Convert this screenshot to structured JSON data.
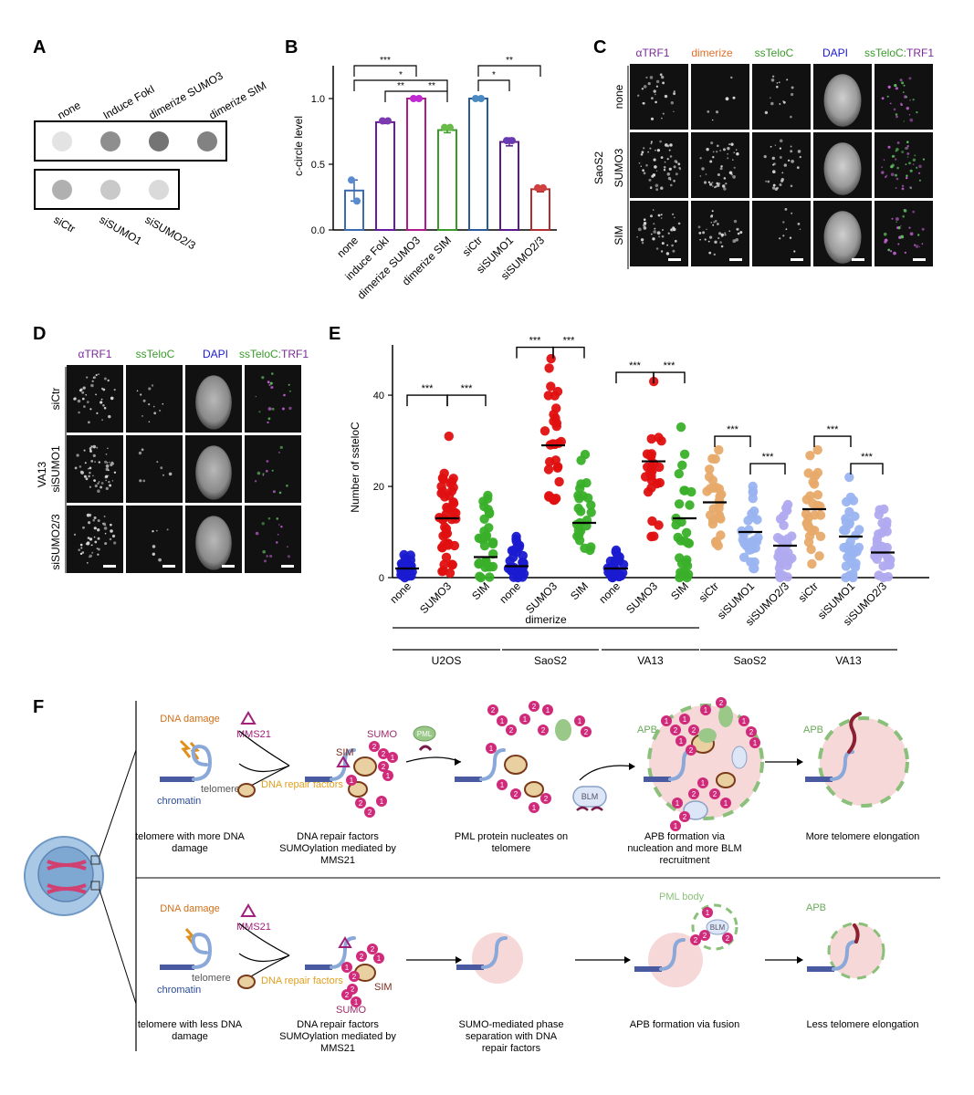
{
  "panels": {
    "A": "A",
    "B": "B",
    "C": "C",
    "D": "D",
    "E": "E",
    "F": "F"
  },
  "panel_a": {
    "top_labels": [
      "none",
      "Induce FokI",
      "dimerize SUMO3",
      "dimerize SIM"
    ],
    "top_dot_intensity": [
      0.05,
      0.55,
      0.7,
      0.62
    ],
    "bottom_labels": [
      "siCtr",
      "siSUMO1",
      "siSUMO2/3"
    ],
    "bottom_dot_intensity": [
      0.35,
      0.2,
      0.1
    ]
  },
  "panel_c": {
    "channel_labels": [
      "αTRF1",
      "dimerize",
      "ssTeloC",
      "DAPI",
      "ssTeloC:TRF1"
    ],
    "channel_colors": [
      "#7a2a9a",
      "#e0702a",
      "#3a9a2a",
      "#1a1ad0",
      "#3a9a2a"
    ],
    "merge_label_parts": [
      "ssTeloC",
      ":",
      "TRF1"
    ],
    "row_labels": [
      "none",
      "SUMO3",
      "SIM"
    ],
    "cell_line": "SaoS2"
  },
  "panel_d": {
    "channel_labels": [
      "αTRF1",
      "ssTeloC",
      "DAPI",
      "ssTeloC:TRF1"
    ],
    "row_labels": [
      "siCtr",
      "siSUMO1",
      "siSUMO2/3"
    ],
    "cell_line": "VA13"
  },
  "panel_f": {
    "top": {
      "dna_damage": "DNA damage",
      "mms21": "MMS21",
      "dna_repair_factors": "DNA repair factors",
      "telomere": "telomere",
      "chromatin": "chromatin",
      "sumo": "SUMO",
      "sim": "SIM",
      "pml": "PML",
      "blm": "BLM",
      "apb1": "APB",
      "apb2": "APB",
      "captions": [
        "telomere with more DNA damage",
        "DNA repair factors SUMOylation mediated by MMS21",
        "PML protein nucleates on telomere",
        "APB formation via nucleation and more BLM recruitment",
        "More telomere elongation"
      ]
    },
    "bottom": {
      "dna_damage": "DNA damage",
      "mms21": "MMS21",
      "dna_repair_factors": "DNA repair factors",
      "telomere": "telomere",
      "chromatin": "chromatin",
      "sumo": "SUMO",
      "sim": "SIM",
      "pml_body": "PML body",
      "blm": "BLM",
      "apb": "APB",
      "captions": [
        "telomere with less DNA damage",
        "DNA repair factors SUMOylation mediated by MMS21",
        "SUMO-mediated phase separation with DNA repair factors",
        "APB formation via fusion",
        "Less telomere elongation"
      ]
    }
  },
  "chart_data": [
    {
      "panel": "B",
      "type": "bar",
      "ylabel": "c-circle level",
      "ylim": [
        0,
        1.25
      ],
      "yticks": [
        "0.0",
        "0.5",
        "1.0"
      ],
      "categories": [
        "none",
        "induce FokI",
        "dimerize SUMO3",
        "dimerize SIM",
        "siCtr",
        "siSUMO1",
        "siSUMO2/3"
      ],
      "values": [
        0.3,
        0.82,
        1.0,
        0.76,
        1.0,
        0.67,
        0.31
      ],
      "errors": [
        0.08,
        0.01,
        0.0,
        0.02,
        0.0,
        0.03,
        0.02
      ],
      "points": [
        [
          0.38,
          0.22
        ],
        [
          0.83,
          0.83
        ],
        [
          1.0,
          1.0
        ],
        [
          0.78,
          0.78
        ],
        [
          1.0,
          1.0
        ],
        [
          0.68,
          0.68
        ],
        [
          0.32,
          0.32
        ]
      ],
      "colors": [
        "#3a6ab0",
        "#6a1aa0",
        "#b01a8a",
        "#3a9a2a",
        "#2a5a9a",
        "#5a1a8a",
        "#b03030"
      ],
      "point_colors": [
        "#5a8ad0",
        "#7a3ab0",
        "#c02ad0",
        "#6aba4a",
        "#4a8ac0",
        "#6a3ab0",
        "#d04040"
      ],
      "significance": [
        {
          "from": 0,
          "to": 2,
          "label": "***",
          "level": 1
        },
        {
          "from": 0,
          "to": 3,
          "label": "*",
          "level": 2
        },
        {
          "from": 1,
          "to": 2,
          "label": "**",
          "level": 3
        },
        {
          "from": 2,
          "to": 3,
          "label": "**",
          "level": 3
        },
        {
          "from": 4,
          "to": 6,
          "label": "**",
          "level": 1
        },
        {
          "from": 4,
          "to": 5,
          "label": "*",
          "level": 2
        }
      ]
    },
    {
      "panel": "E",
      "type": "scatter",
      "ylabel": "Number of ssteloC",
      "ylim": [
        0,
        50
      ],
      "yticks": [
        "0",
        "20",
        "40"
      ],
      "categories": [
        "none",
        "SUMO3",
        "SIM",
        "none",
        "SUMO3",
        "SIM",
        "none",
        "SUMO3",
        "SIM",
        "siCtr",
        "siSUMO1",
        "siSUMO2/3",
        "siCtr",
        "siSUMO1",
        "siSUMO2/3"
      ],
      "means": [
        2,
        13,
        4.5,
        2.5,
        29,
        12,
        2,
        25.5,
        13,
        16.5,
        10,
        7,
        15,
        9,
        5.5
      ],
      "ranges": [
        [
          0,
          5
        ],
        [
          1,
          31
        ],
        [
          0,
          18
        ],
        [
          0,
          9
        ],
        [
          17,
          48
        ],
        [
          6,
          27
        ],
        [
          0,
          6
        ],
        [
          9,
          43
        ],
        [
          0,
          33
        ],
        [
          7,
          28
        ],
        [
          2,
          20
        ],
        [
          0,
          16
        ],
        [
          3,
          28
        ],
        [
          0,
          22
        ],
        [
          0,
          15
        ]
      ],
      "point_counts": [
        30,
        45,
        30,
        30,
        30,
        25,
        30,
        25,
        30,
        30,
        30,
        30,
        30,
        35,
        30
      ],
      "colors": [
        "#1a1ad0",
        "#e01010",
        "#3ab02a",
        "#1a1ad0",
        "#e01010",
        "#3ab02a",
        "#1a1ad0",
        "#e01010",
        "#3ab02a",
        "#e8aa6a",
        "#9ab4f0",
        "#b0aaf0",
        "#e8aa6a",
        "#9ab4f0",
        "#b0aaf0"
      ],
      "significance": [
        {
          "from": 0,
          "to": 1,
          "label": "***",
          "y": 40
        },
        {
          "from": 1,
          "to": 2,
          "label": "***",
          "y": 40
        },
        {
          "from": 3,
          "to": 4,
          "label": "***",
          "y": 50.5
        },
        {
          "from": 4,
          "to": 5,
          "label": "***",
          "y": 50.5
        },
        {
          "from": 6,
          "to": 7,
          "label": "***",
          "y": 45
        },
        {
          "from": 7,
          "to": 8,
          "label": "***",
          "y": 45
        },
        {
          "from": 9,
          "to": 10,
          "label": "***",
          "y": 31
        },
        {
          "from": 10,
          "to": 11,
          "label": "***",
          "y": 25
        },
        {
          "from": 12,
          "to": 13,
          "label": "***",
          "y": 31
        },
        {
          "from": 13,
          "to": 14,
          "label": "***",
          "y": 25
        }
      ],
      "groups": [
        {
          "label": "dimerize",
          "span": [
            0,
            8
          ]
        },
        {
          "label": "U2OS",
          "span": [
            0,
            2
          ]
        },
        {
          "label": "SaoS2",
          "span": [
            3,
            5
          ]
        },
        {
          "label": "VA13",
          "span": [
            6,
            8
          ]
        },
        {
          "label": "SaoS2",
          "span": [
            9,
            11
          ]
        },
        {
          "label": "VA13",
          "span": [
            12,
            14
          ]
        }
      ]
    }
  ]
}
